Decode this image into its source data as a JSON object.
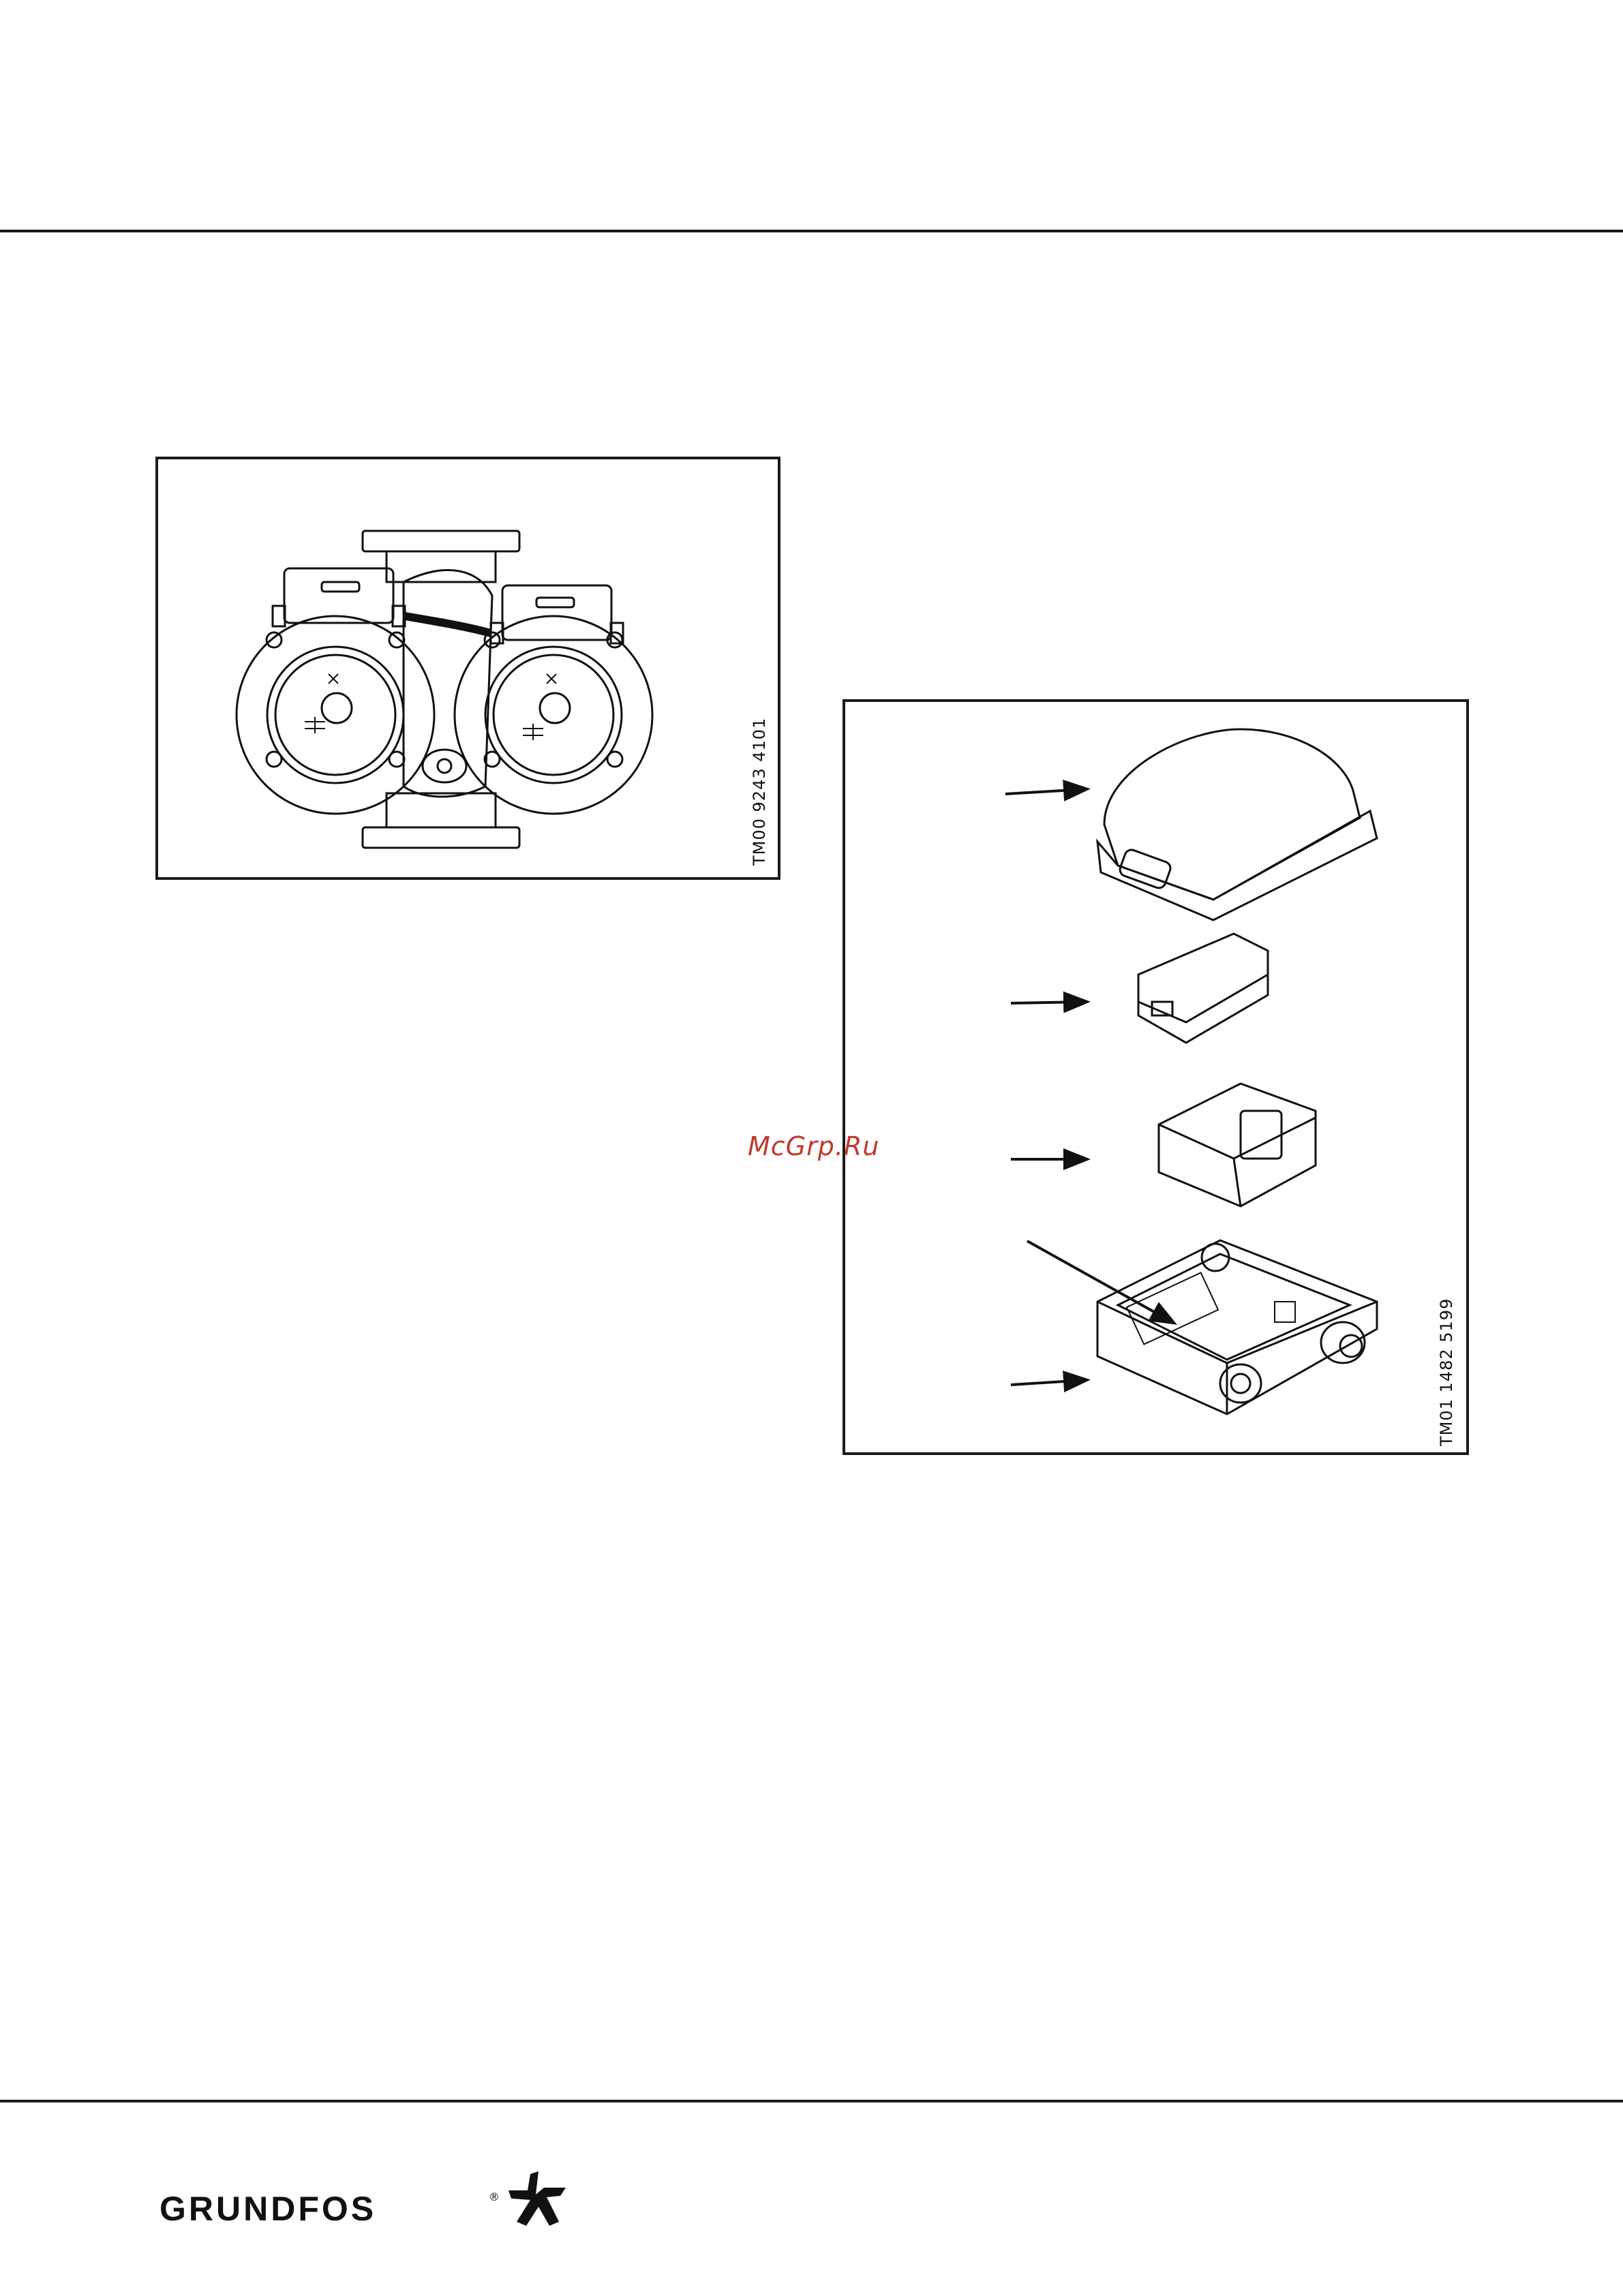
{
  "figure1": {
    "code": "TM00 9243 4101"
  },
  "figure2": {
    "code": "TM01 1482 5199"
  },
  "watermark": "McGrp.Ru",
  "footer": {
    "logo_text": "GRUNDFOS",
    "registered_mark": "®",
    "logo_symbol": "grundfos-dancing-man-icon"
  }
}
